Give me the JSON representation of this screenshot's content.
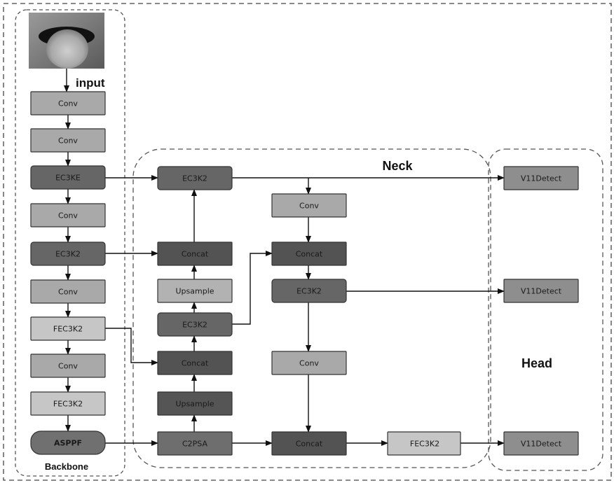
{
  "labels": {
    "input": "input",
    "backbone": "Backbone",
    "neck": "Neck",
    "head": "Head"
  },
  "backbone_nodes": [
    {
      "id": "b1",
      "label": "Conv"
    },
    {
      "id": "b2",
      "label": "Conv"
    },
    {
      "id": "b3",
      "label": "EC3KE"
    },
    {
      "id": "b4",
      "label": "Conv"
    },
    {
      "id": "b5",
      "label": "EC3K2"
    },
    {
      "id": "b6",
      "label": "Conv"
    },
    {
      "id": "b7",
      "label": "FEC3K2"
    },
    {
      "id": "b8",
      "label": "Conv"
    },
    {
      "id": "b9",
      "label": "FEC3K2"
    },
    {
      "id": "b10",
      "label": "ASPPF"
    }
  ],
  "neck_nodes": [
    {
      "id": "n1",
      "label": "EC3K2"
    },
    {
      "id": "n2",
      "label": "Concat"
    },
    {
      "id": "n3",
      "label": "Upsample"
    },
    {
      "id": "n4",
      "label": "EC3K2"
    },
    {
      "id": "n5",
      "label": "Concat"
    },
    {
      "id": "n6",
      "label": "Upsample"
    },
    {
      "id": "n7",
      "label": "C2PSA"
    },
    {
      "id": "n8",
      "label": "Conv"
    },
    {
      "id": "n9",
      "label": "Concat"
    },
    {
      "id": "n10",
      "label": "EC3K2"
    },
    {
      "id": "n11",
      "label": "Conv"
    },
    {
      "id": "n12",
      "label": "Concat"
    },
    {
      "id": "n13",
      "label": "FEC3K2"
    }
  ],
  "head_nodes": [
    {
      "id": "h1",
      "label": "V11Detect"
    },
    {
      "id": "h2",
      "label": "V11Detect"
    },
    {
      "id": "h3",
      "label": "V11Detect"
    }
  ],
  "colors": {
    "conv": "#a9a9a9",
    "ec3k2": "#666666",
    "concat": "#535353",
    "upsample_light": "#b2b2b2",
    "upsample_dark": "#555555",
    "fec3k2": "#c6c6c6",
    "c2psa": "#6e6e6e",
    "asppf": "#707070",
    "detect": "#8e8e8e"
  }
}
